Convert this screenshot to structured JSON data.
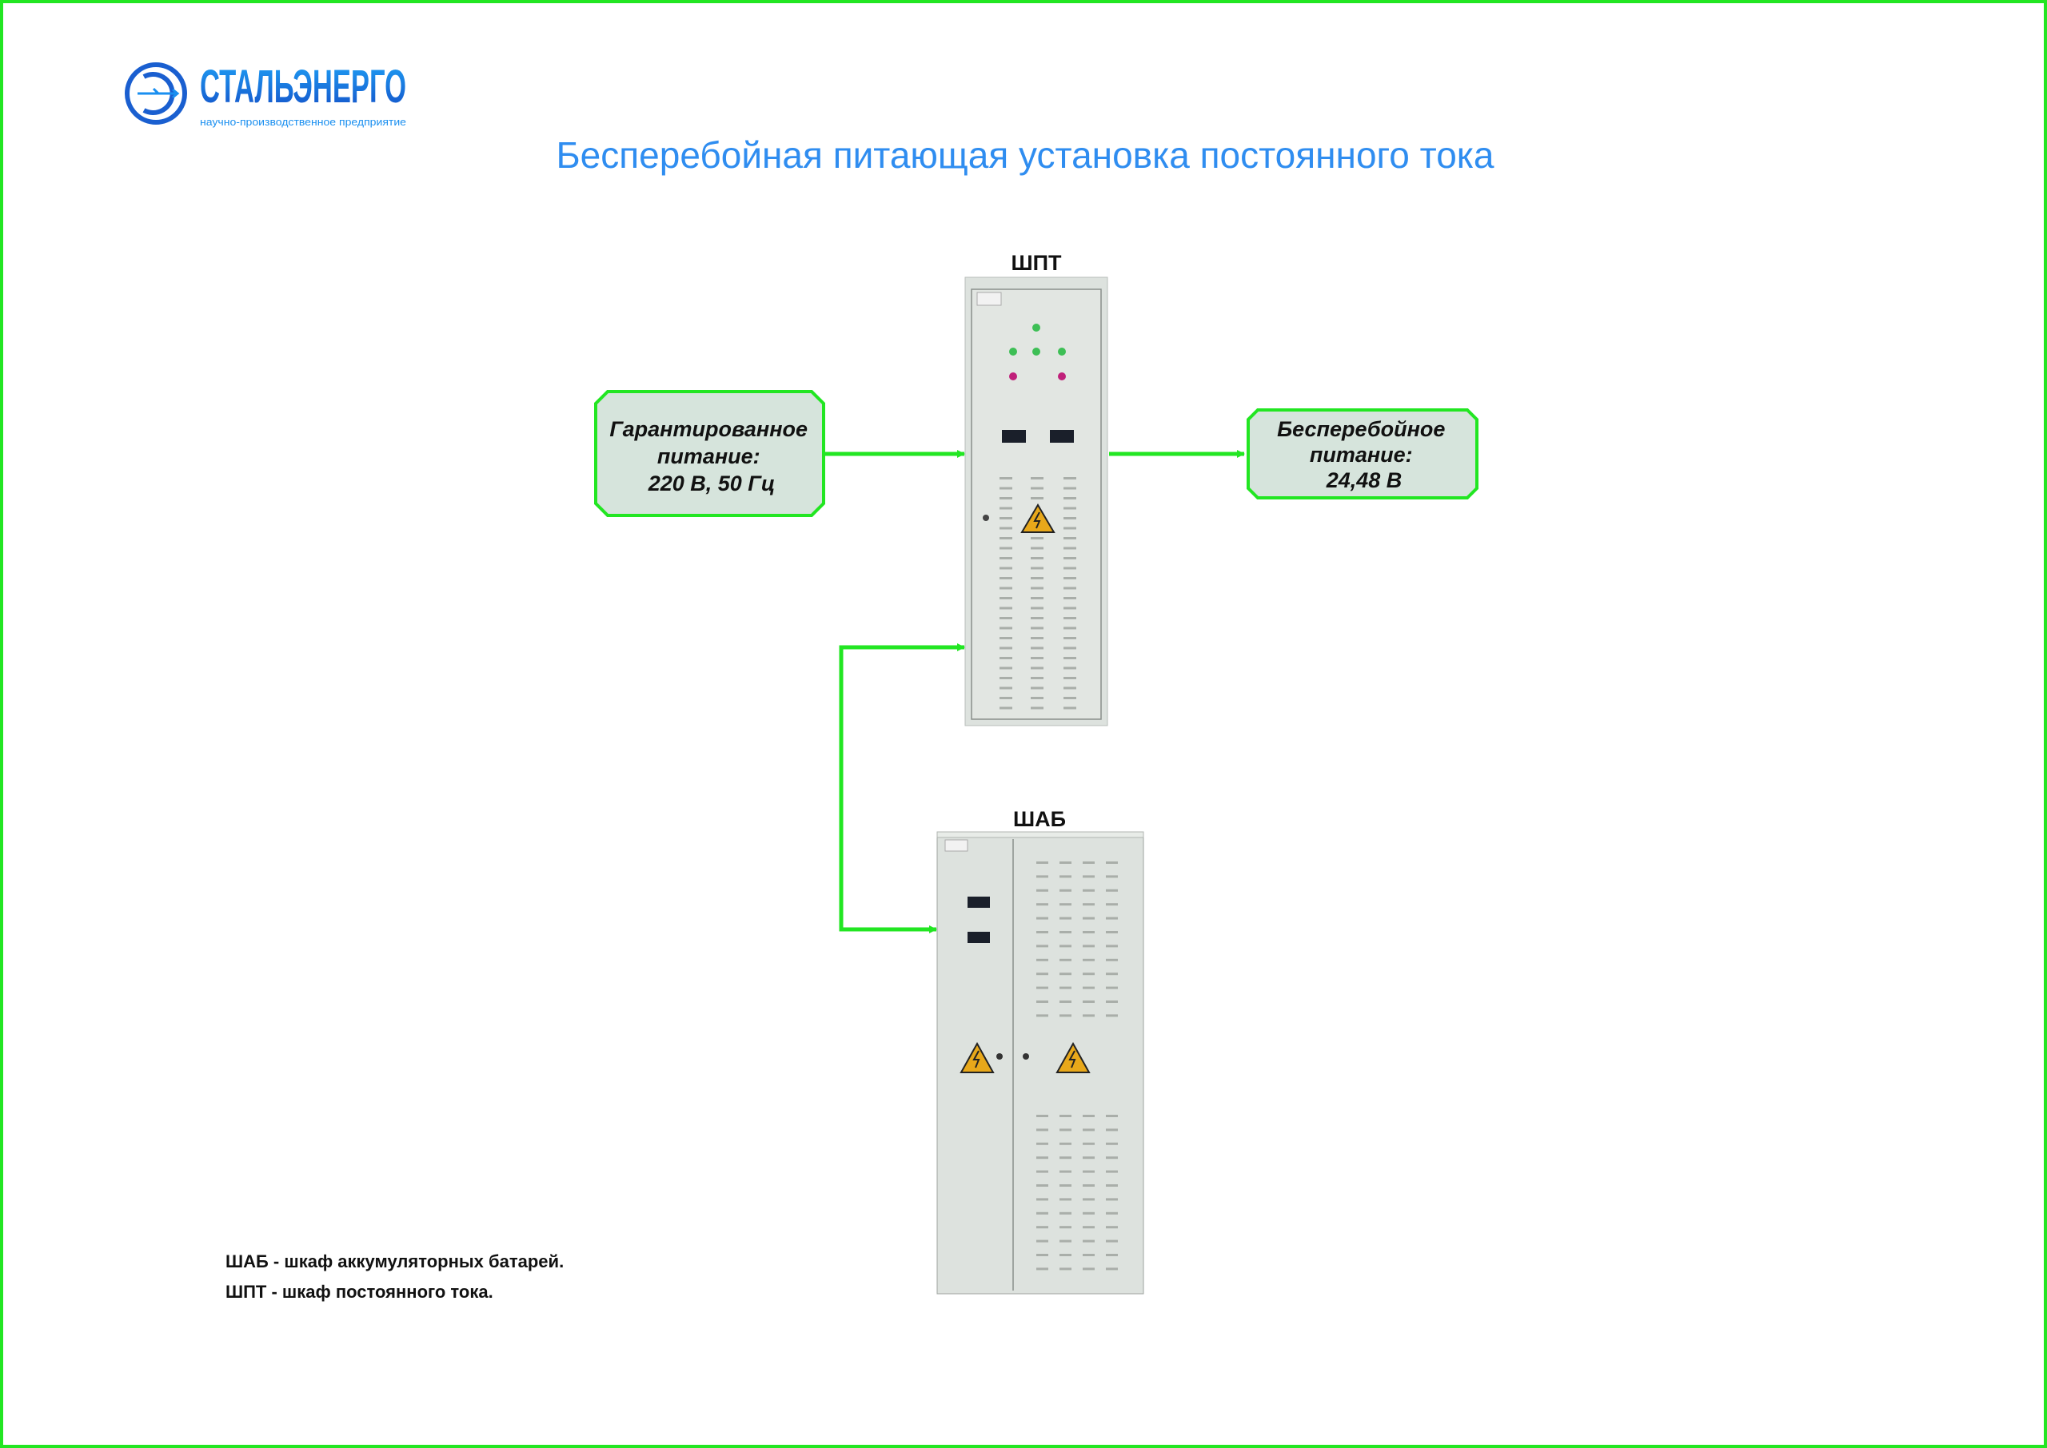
{
  "logo": {
    "name": "СТАЛЬЭНЕРГО",
    "subtitle": "научно-производственное предприятие"
  },
  "title": "Бесперебойная питающая установка постоянного тока",
  "cabinets": {
    "shpt": {
      "label": "ШПТ"
    },
    "shab": {
      "label": "ШАБ"
    }
  },
  "input_box": {
    "lines": [
      "Гарантированное",
      "питание:",
      "220 В, 50 Гц"
    ]
  },
  "output_box": {
    "lines": [
      "Бесперебойное",
      "питание:",
      "24,48 В"
    ]
  },
  "legend": [
    "ШАБ - шкаф аккумуляторных батарей.",
    "ШПТ  - шкаф постоянного тока."
  ],
  "colors": {
    "border": "#22e622",
    "arrow": "#22e622",
    "title": "#2f8df0",
    "logo": "#1a5fd0",
    "box_fill": "#d6e4dc",
    "cabinet": "#dfe3df"
  }
}
